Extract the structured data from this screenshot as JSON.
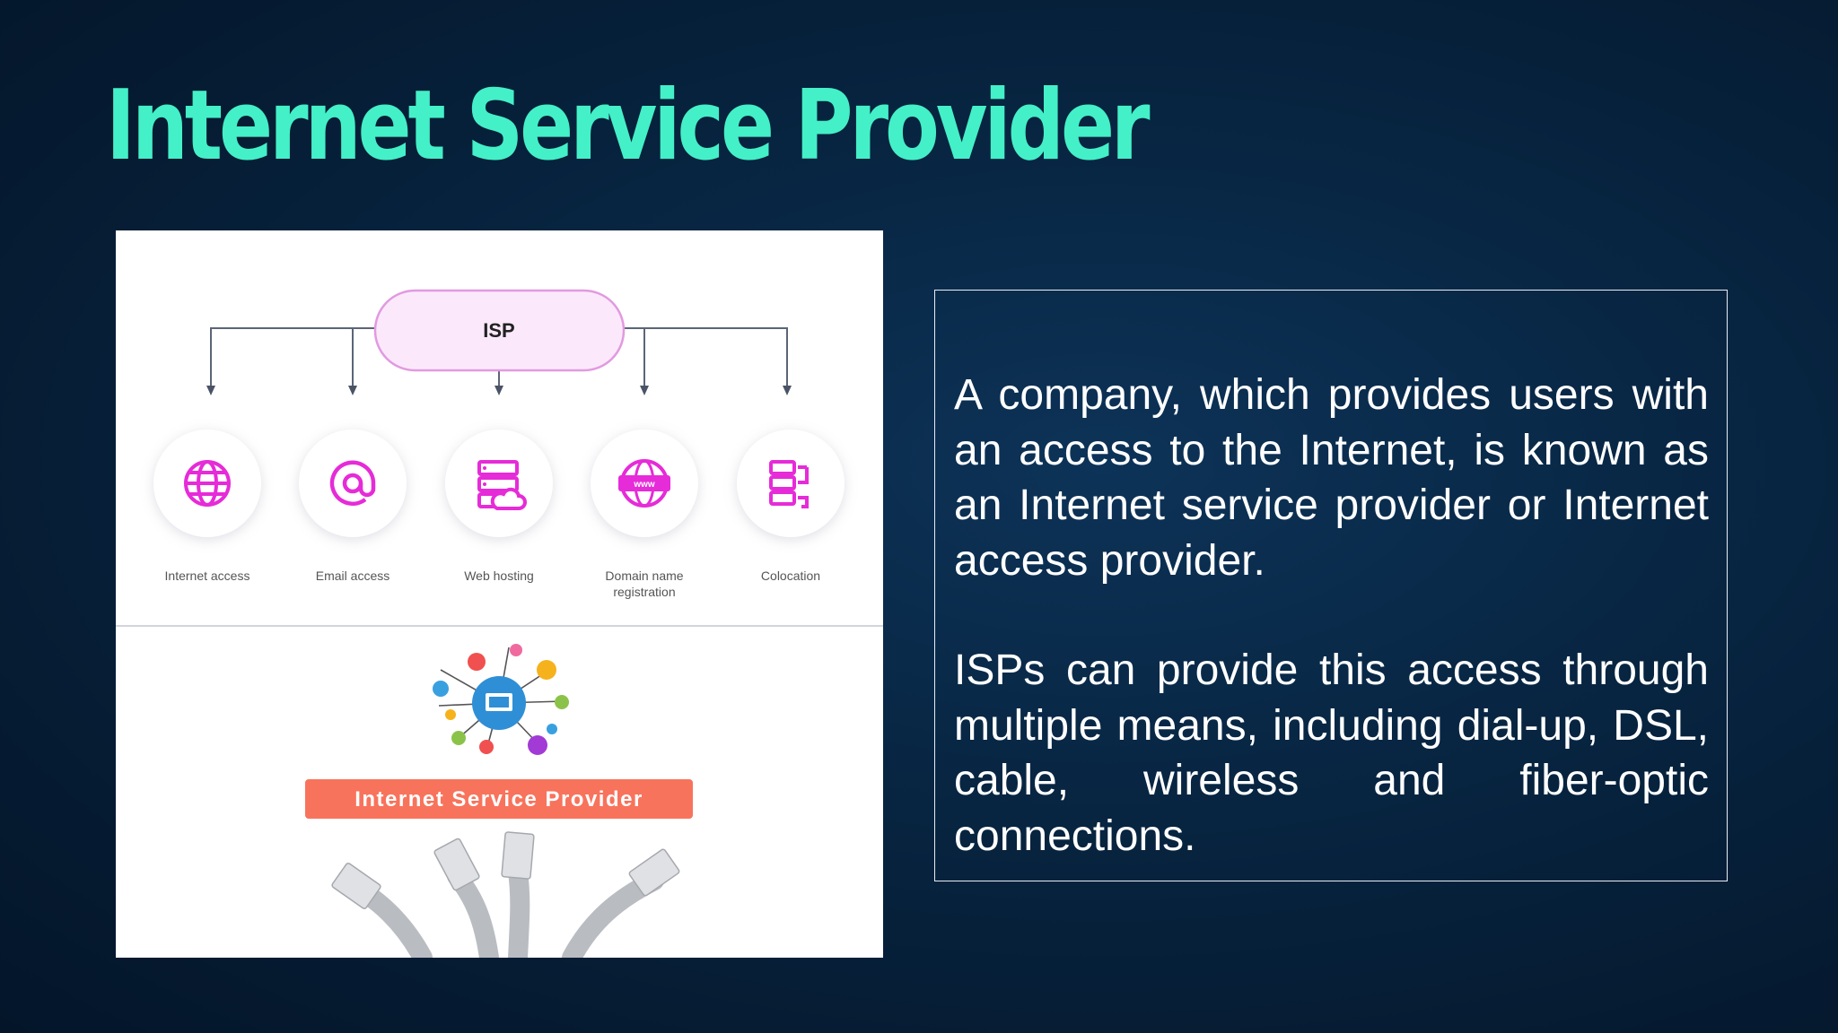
{
  "slide": {
    "title": "Internet Service Provider",
    "paragraphs": [
      "A company, which provides users with an access to the Internet, is known as an Internet service provider or Internet access provider.",
      "ISPs can provide this access through multiple means, including dial-up, DSL, cable, wireless and fiber-optic connections."
    ]
  },
  "diagram": {
    "root_label": "ISP",
    "services": [
      {
        "label": "Internet access",
        "icon": "globe-icon"
      },
      {
        "label": "Email access",
        "icon": "at-sign-icon"
      },
      {
        "label": "Web hosting",
        "icon": "server-cloud-icon"
      },
      {
        "label": "Domain name",
        "label2": "registration",
        "icon": "domain-globe-icon"
      },
      {
        "label": "Colocation",
        "icon": "server-rack-icon"
      }
    ],
    "banner_text": "Internet Service Provider"
  },
  "colors": {
    "title": "#44f0c7",
    "icon": "#e62bd8",
    "banner": "#f8735c",
    "background": "#072440"
  }
}
